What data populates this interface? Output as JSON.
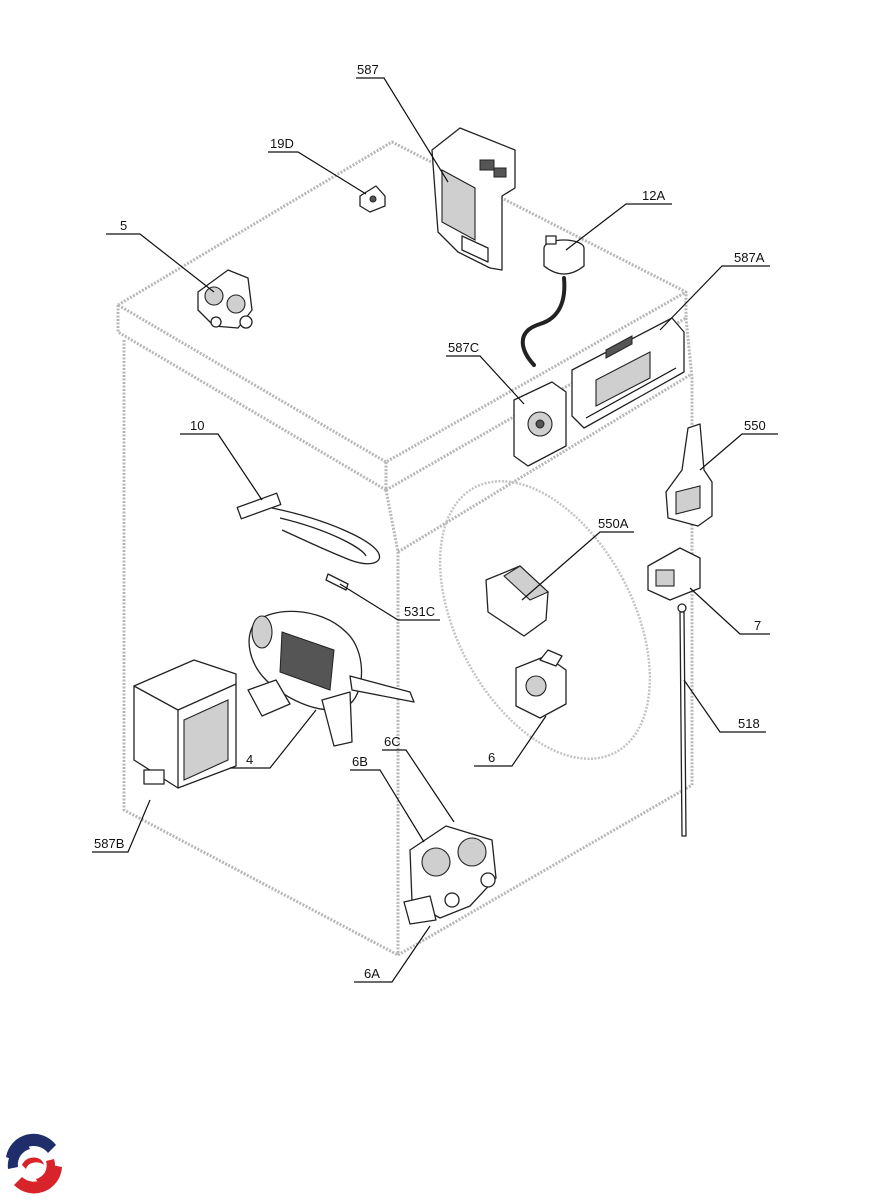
{
  "title": "",
  "callouts": [
    {
      "id": "c587",
      "text": "587"
    },
    {
      "id": "c19D",
      "text": "19D"
    },
    {
      "id": "c5",
      "text": "5"
    },
    {
      "id": "c12A",
      "text": "12A"
    },
    {
      "id": "c587A",
      "text": "587A"
    },
    {
      "id": "c587C",
      "text": "587C"
    },
    {
      "id": "c10",
      "text": "10"
    },
    {
      "id": "c550",
      "text": "550"
    },
    {
      "id": "c550A",
      "text": "550A"
    },
    {
      "id": "c531C",
      "text": "531C"
    },
    {
      "id": "c7",
      "text": "7"
    },
    {
      "id": "c518",
      "text": "518"
    },
    {
      "id": "c4",
      "text": "4"
    },
    {
      "id": "c6",
      "text": "6"
    },
    {
      "id": "c6C",
      "text": "6C"
    },
    {
      "id": "c6B",
      "text": "6B"
    },
    {
      "id": "c587B",
      "text": "587B"
    },
    {
      "id": "c6A",
      "text": "6A"
    }
  ],
  "colors": {
    "logo_navy": "#1f2d6b",
    "logo_red": "#d8232a",
    "cabinet_outline": "#b8b8b8"
  },
  "logo": {
    "icon": "brand-swirl-logo"
  }
}
